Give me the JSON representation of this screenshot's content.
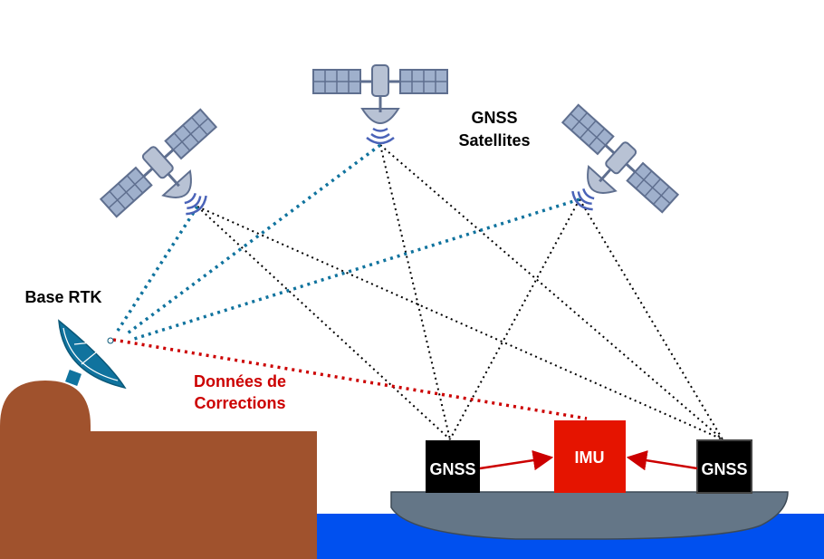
{
  "labels": {
    "satellites_line1": "GNSS",
    "satellites_line2": "Satellites",
    "base": "Base RTK",
    "corrections_line1": "Données de",
    "corrections_line2": "Corrections",
    "gnss_left": "GNSS",
    "imu": "IMU",
    "gnss_right": "GNSS"
  },
  "colors": {
    "land": "#a0522d",
    "water": "#0050ef",
    "hull": "#647687",
    "imu": "#e51400",
    "gnss_box": "#000000",
    "satellite_panel": "#8c9fbf",
    "dish": "#10739e",
    "correction_line": "#cc0000",
    "rtk_link": "#10739e",
    "signal_line": "#000000"
  },
  "icons": [
    "satellite-icon",
    "satellite-dish-icon"
  ]
}
